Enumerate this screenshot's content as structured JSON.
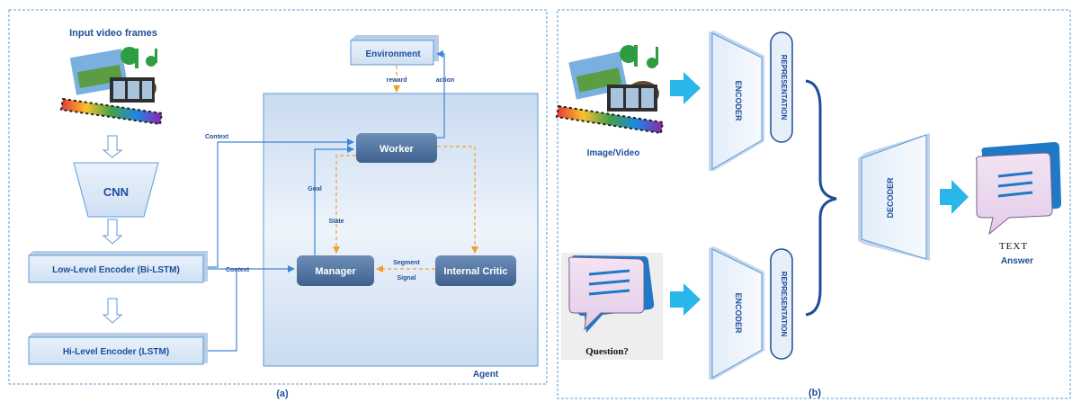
{
  "panel_a": {
    "caption": "(a)",
    "input_title": "Input video frames",
    "cnn": "CNN",
    "low_encoder": "Low-Level Encoder (Bi-LSTM)",
    "hi_encoder": "Hi-Level Encoder (LSTM)",
    "context_top": "Context",
    "context_bottom": "Context",
    "environment": "Environment",
    "reward": "reward",
    "action": "action",
    "worker": "Worker",
    "manager": "Manager",
    "internal_critic": "Internal Critic",
    "goal": "Goal",
    "state": "State",
    "segment": "Segment",
    "signal": "Signal",
    "agent": "Agent"
  },
  "panel_b": {
    "caption": "(b)",
    "image_video": "Image/Video",
    "question": "Question?",
    "encoder_top": "ENCODER",
    "encoder_bottom": "ENCODER",
    "representation_top": "REPRESENTATION",
    "representation_bottom": "REPRESENTATION",
    "decoder": "DECODER",
    "text": "TEXT",
    "answer": "Answer"
  },
  "colors": {
    "frame_border": "#5b9bd5",
    "arrow_blue": "#3f86d8",
    "arrow_orange": "#f0a030",
    "node_dark": "#4a6d97",
    "box_light": "#dde9f7",
    "label_blue": "#1f4e9a",
    "cyan_arrow": "#29b6e8"
  }
}
